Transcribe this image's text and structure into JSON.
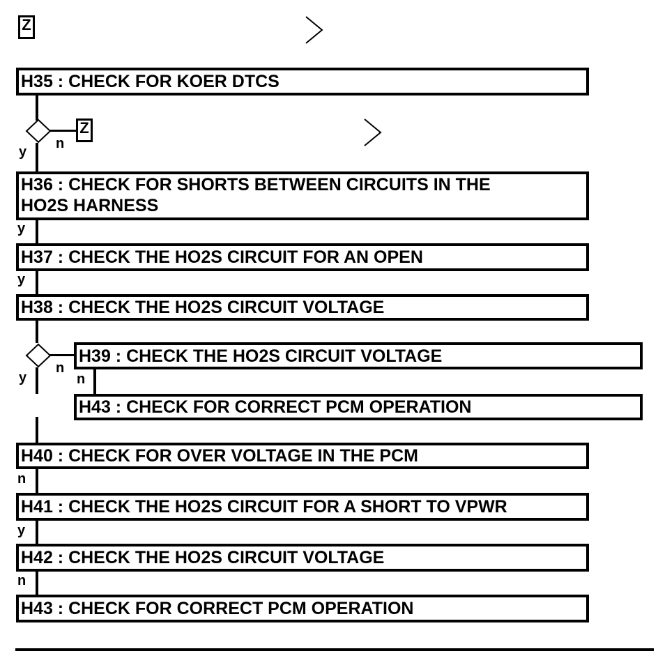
{
  "top_nav": {
    "icon_glyph": "Z"
  },
  "steps": {
    "h35": "H35 : CHECK FOR KOER DTCS",
    "h36": "H36 : CHECK FOR SHORTS BETWEEN CIRCUITS IN THE\nHO2S HARNESS",
    "h37": "H37 : CHECK THE HO2S CIRCUIT FOR AN OPEN",
    "h38": "H38 : CHECK THE HO2S CIRCUIT VOLTAGE",
    "h39": "H39 : CHECK THE HO2S CIRCUIT VOLTAGE",
    "h43a": "H43 : CHECK FOR CORRECT PCM OPERATION",
    "h40": "H40 : CHECK FOR OVER VOLTAGE IN THE PCM",
    "h41": "H41 : CHECK THE HO2S CIRCUIT FOR A SHORT TO VPWR",
    "h42": "H42 : CHECK THE HO2S CIRCUIT VOLTAGE",
    "h43b": "H43 : CHECK FOR CORRECT PCM OPERATION"
  },
  "branch1": {
    "icon_glyph": "Z",
    "yes": "y",
    "no": "n"
  },
  "branch2": {
    "yes": "y",
    "no": "n",
    "no2": "n"
  },
  "edges": {
    "h36_out": "y",
    "h37_out": "y",
    "h40_out": "n",
    "h41_out": "y",
    "h42_out": "n"
  }
}
